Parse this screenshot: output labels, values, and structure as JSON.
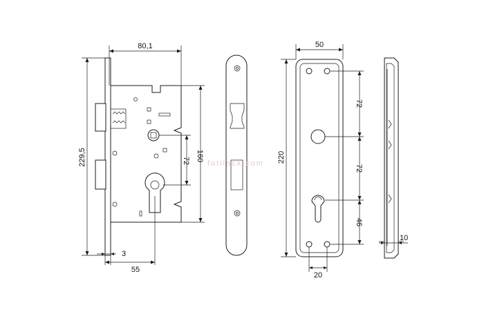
{
  "dimensions": {
    "body_width": "80,1",
    "total_height": "229,5",
    "spacing_160": "160",
    "spacing_72_lock": "72",
    "faceplate_thickness": "3",
    "backset": "55",
    "plate_width": "50",
    "plate_height": "220",
    "plate_72_top": "72",
    "plate_72_mid": "72",
    "plate_46": "46",
    "plate_hole_offset": "20",
    "side_thickness": "10"
  },
  "watermark": "fotilock.com",
  "colors": {
    "line": "#1a1a1a",
    "background": "#ffffff"
  }
}
